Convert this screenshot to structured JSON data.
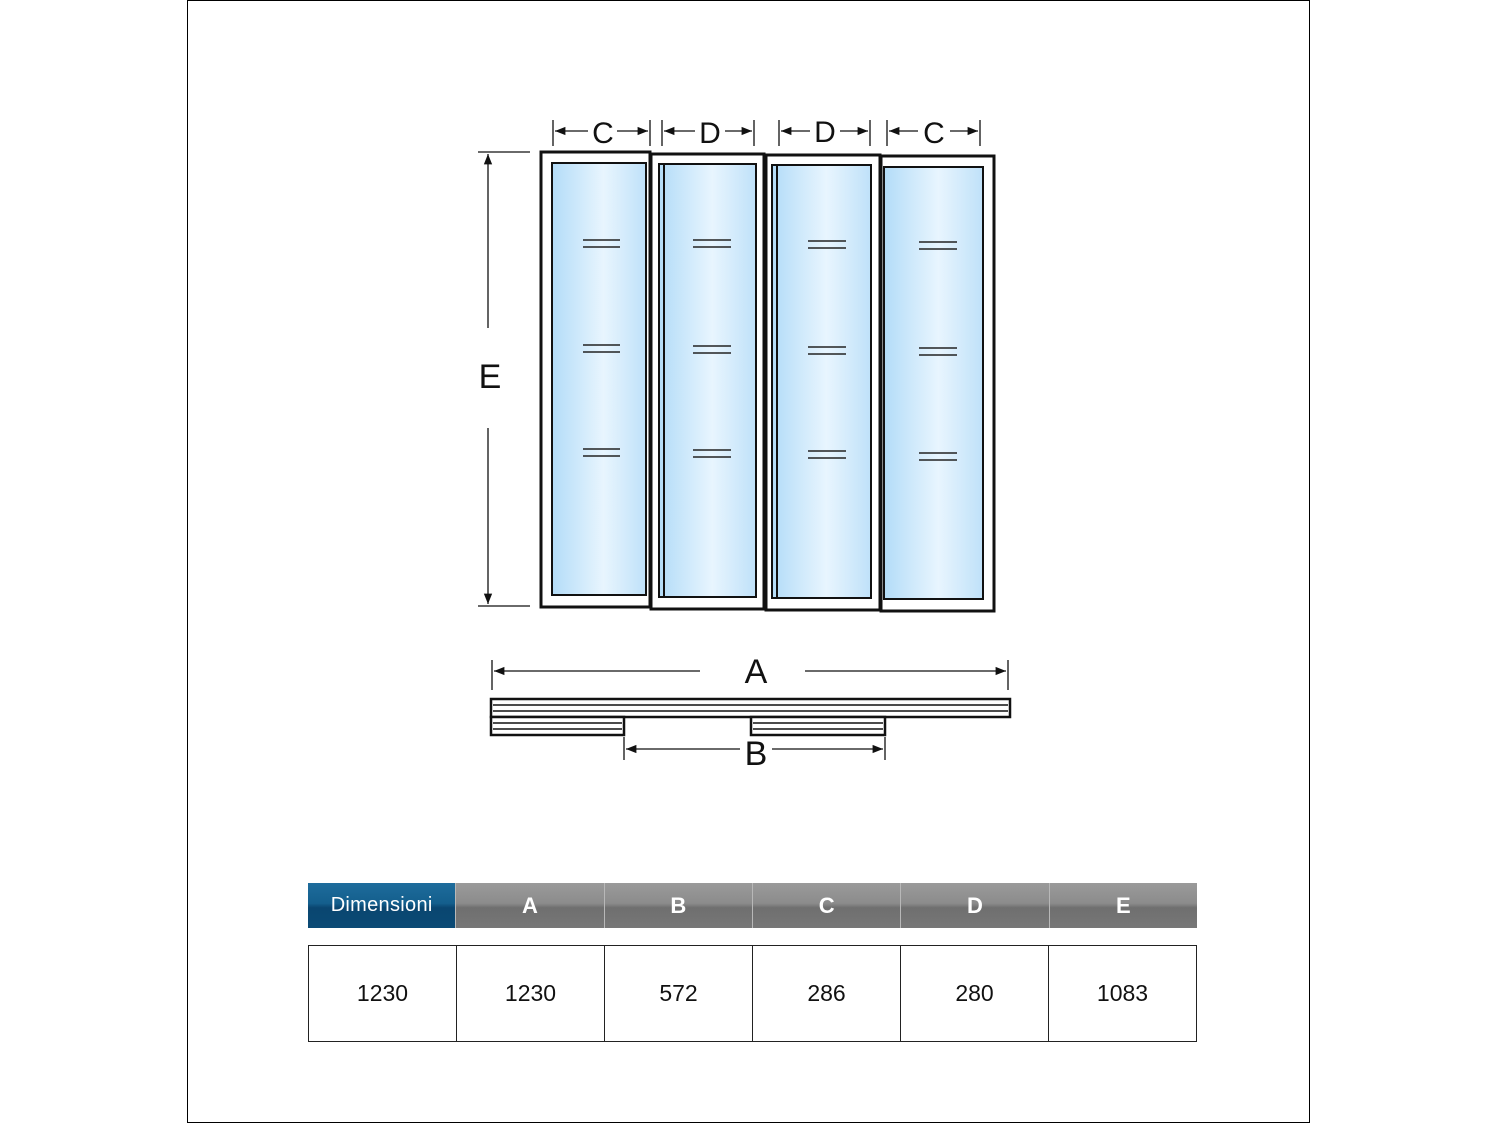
{
  "diagram": {
    "dimension_labels": {
      "a": "A",
      "b": "B",
      "c": "C",
      "d": "D",
      "e": "E"
    },
    "glass_color": "#bfe3fb",
    "frame_color": "#111111"
  },
  "table": {
    "header": [
      "Dimensioni",
      "A",
      "B",
      "C",
      "D",
      "E"
    ],
    "values": [
      "1230",
      "1230",
      "572",
      "286",
      "280",
      "1083"
    ],
    "header_accent": "#145f8d",
    "header_gray": "#8c8c8c"
  }
}
